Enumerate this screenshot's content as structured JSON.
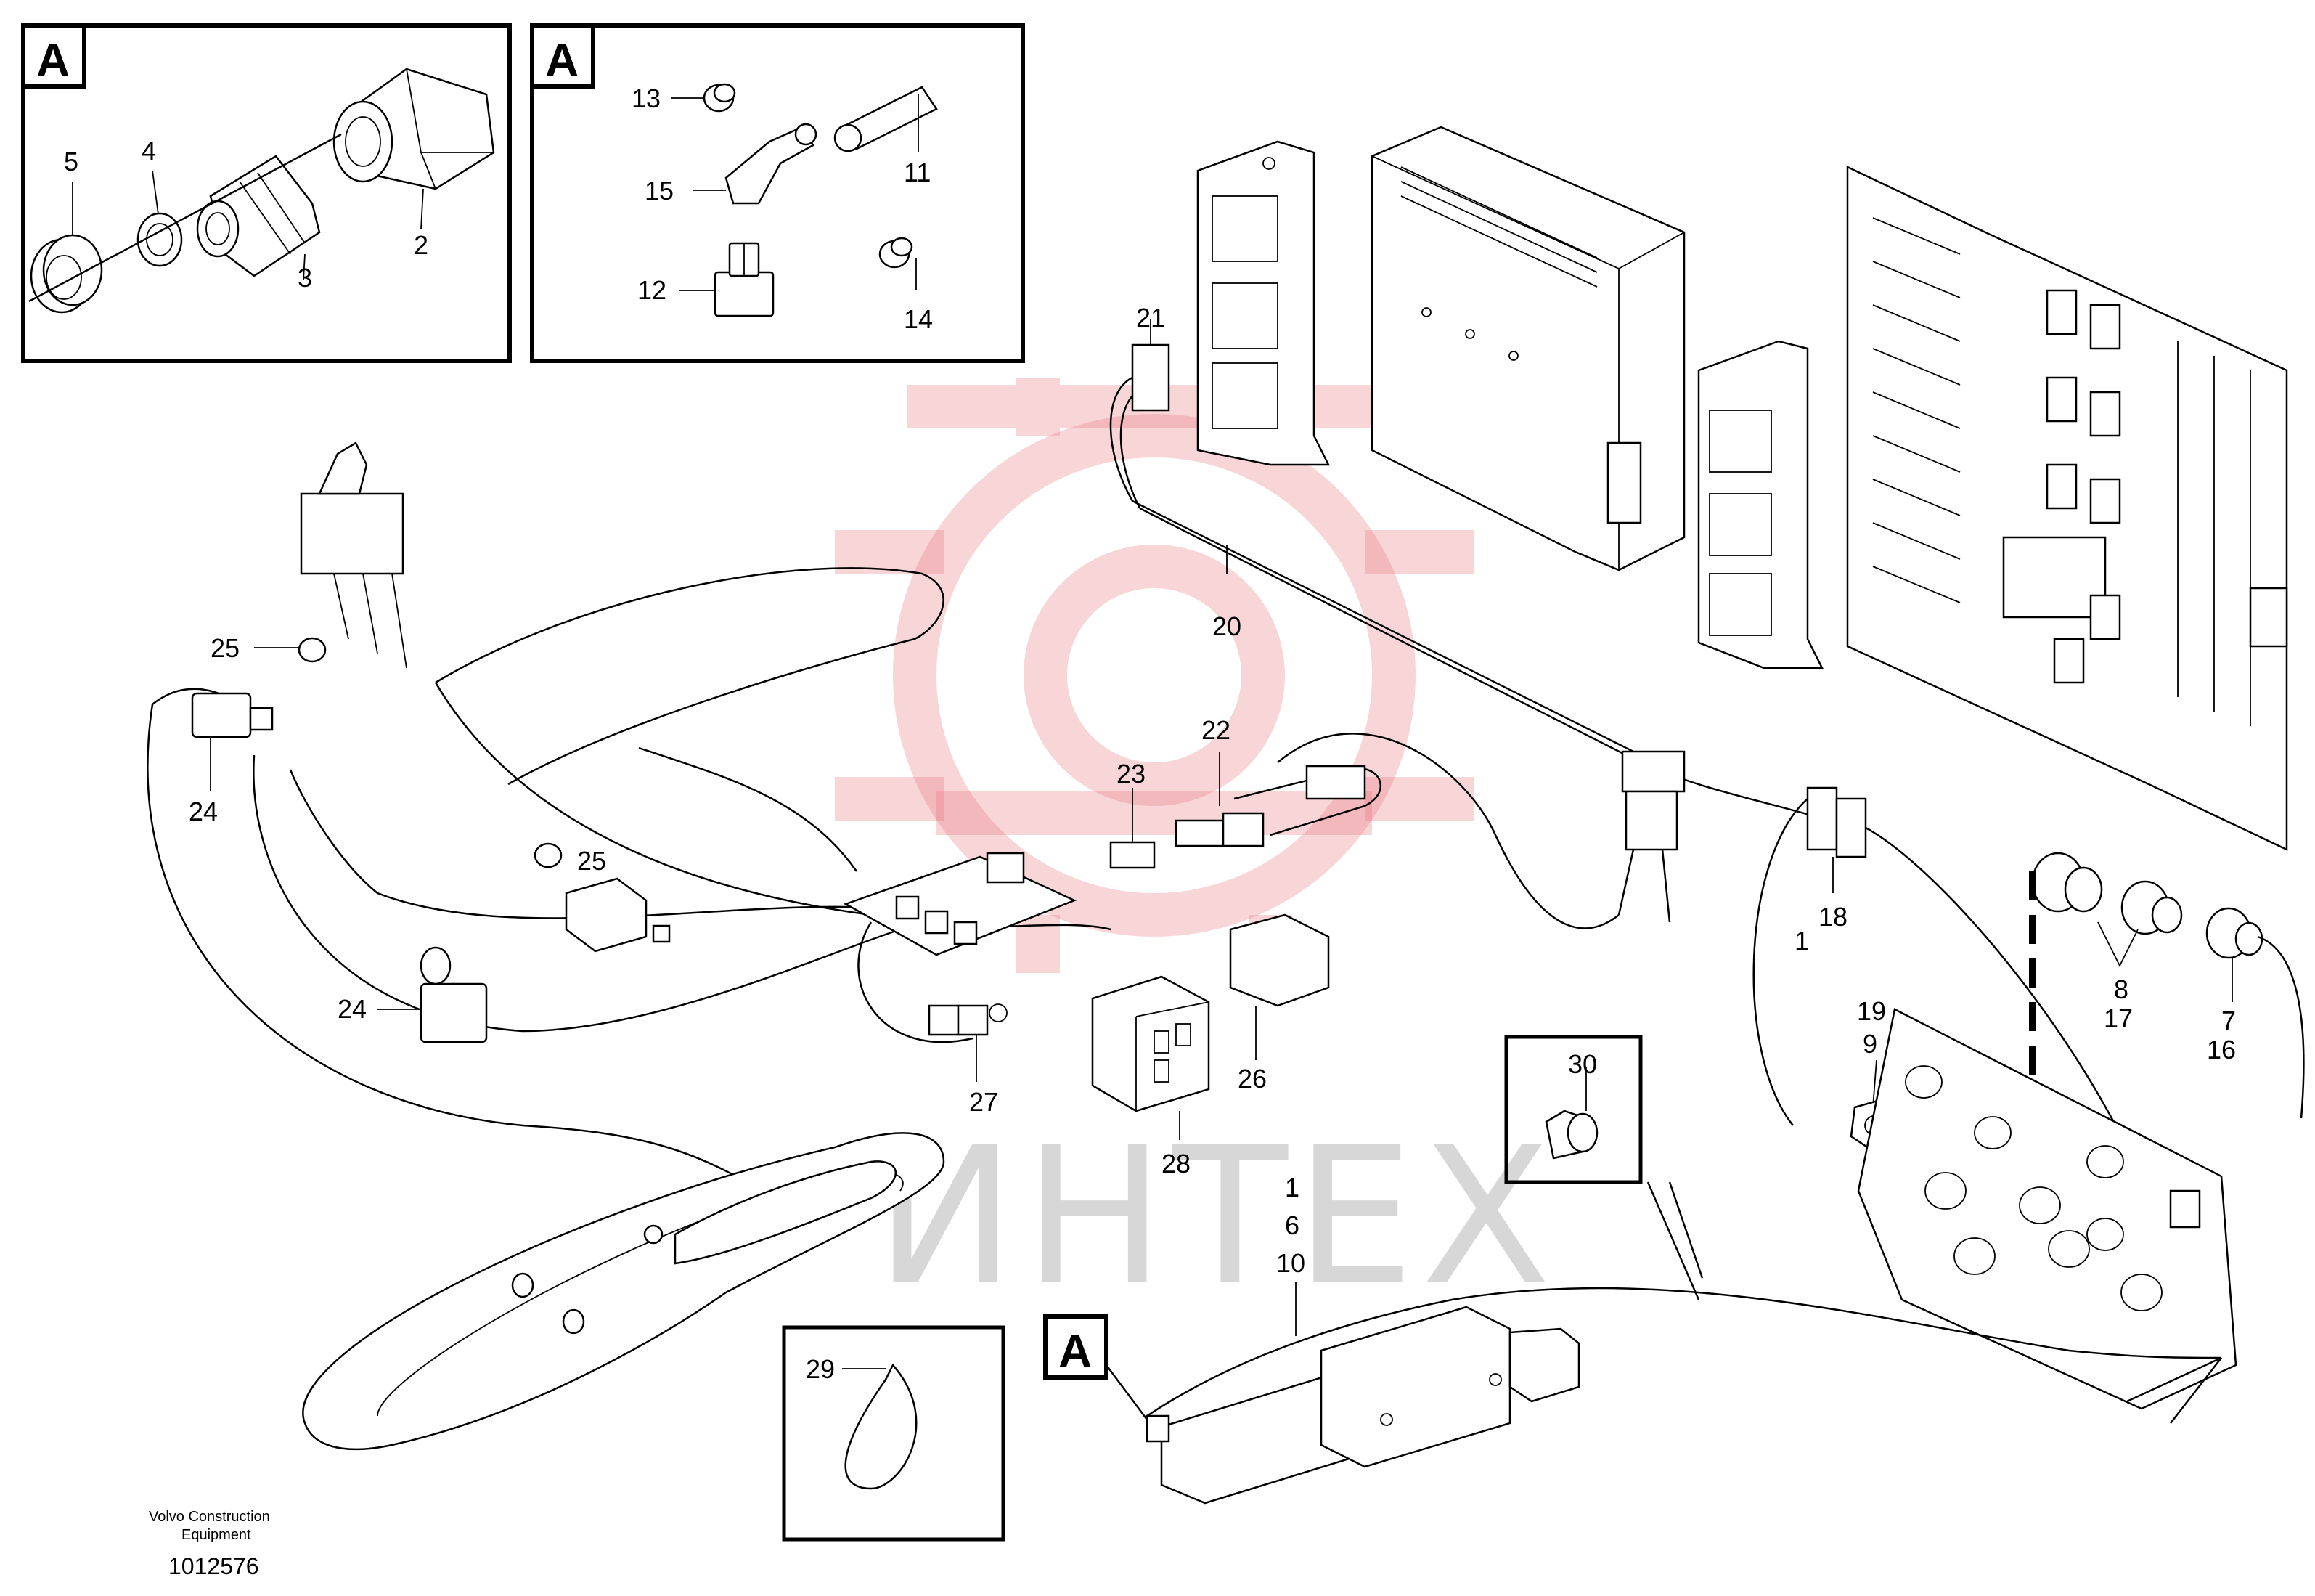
{
  "callouts": [
    {
      "id": "c5",
      "text": "5"
    },
    {
      "id": "c4",
      "text": "4"
    },
    {
      "id": "c3",
      "text": "3"
    },
    {
      "id": "c2",
      "text": "2"
    },
    {
      "id": "c13",
      "text": "13"
    },
    {
      "id": "c15",
      "text": "15"
    },
    {
      "id": "c11",
      "text": "11"
    },
    {
      "id": "c12",
      "text": "12"
    },
    {
      "id": "c14",
      "text": "14"
    },
    {
      "id": "c21",
      "text": "21"
    },
    {
      "id": "c20",
      "text": "20"
    },
    {
      "id": "c25a",
      "text": "25"
    },
    {
      "id": "c24a",
      "text": "24"
    },
    {
      "id": "c25b",
      "text": "25"
    },
    {
      "id": "c24b",
      "text": "24"
    },
    {
      "id": "c22",
      "text": "22"
    },
    {
      "id": "c23",
      "text": "23"
    },
    {
      "id": "c18",
      "text": "18"
    },
    {
      "id": "c1a",
      "text": "1"
    },
    {
      "id": "c19",
      "text": "19"
    },
    {
      "id": "c9",
      "text": "9"
    },
    {
      "id": "c8",
      "text": "8"
    },
    {
      "id": "c17",
      "text": "17"
    },
    {
      "id": "c7",
      "text": "7"
    },
    {
      "id": "c16",
      "text": "16"
    },
    {
      "id": "c30",
      "text": "30"
    },
    {
      "id": "c26",
      "text": "26"
    },
    {
      "id": "c27",
      "text": "27"
    },
    {
      "id": "c28",
      "text": "28"
    },
    {
      "id": "c1b",
      "text": "1"
    },
    {
      "id": "c6",
      "text": "6"
    },
    {
      "id": "c10",
      "text": "10"
    },
    {
      "id": "c29",
      "text": "29"
    }
  ],
  "detail_markers": {
    "box1": "A",
    "box2": "A",
    "main": "A"
  },
  "watermark": {
    "text": "ИНТЕХ",
    "color": "#e76b73"
  },
  "footer": {
    "line1": "Volvo Construction",
    "line2": "Equipment",
    "drawing_number": "1012576"
  }
}
